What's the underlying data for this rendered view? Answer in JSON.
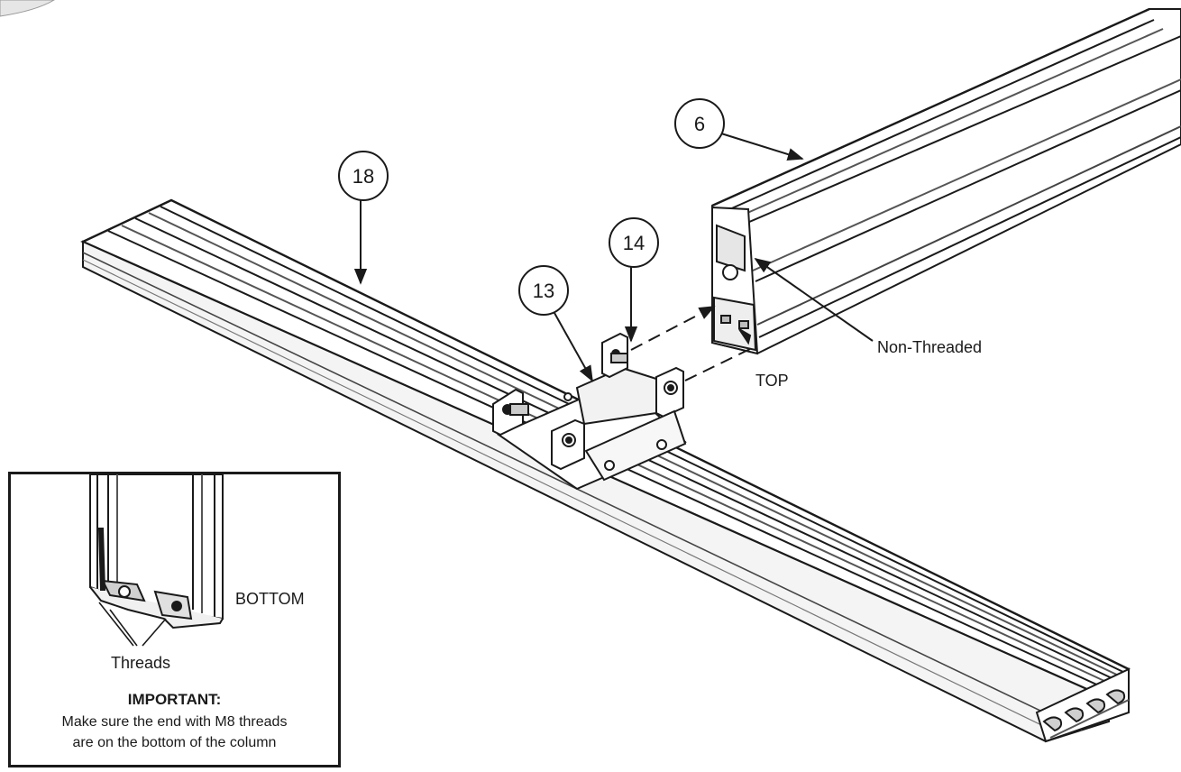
{
  "callouts": {
    "part_18": "18",
    "part_6": "6",
    "part_14": "14",
    "part_13": "13"
  },
  "labels": {
    "non_threaded": "Non-Threaded",
    "top": "TOP"
  },
  "inset": {
    "bottom": "BOTTOM",
    "threads": "Threads",
    "important_title": "IMPORTANT:",
    "important_line1": "Make sure the end with M8 threads",
    "important_line2": "are on the bottom of the column"
  },
  "colors": {
    "line": "#1a1a1a",
    "gray": "#7a7a7a",
    "light": "#d9d9d9",
    "background": "#ffffff"
  }
}
